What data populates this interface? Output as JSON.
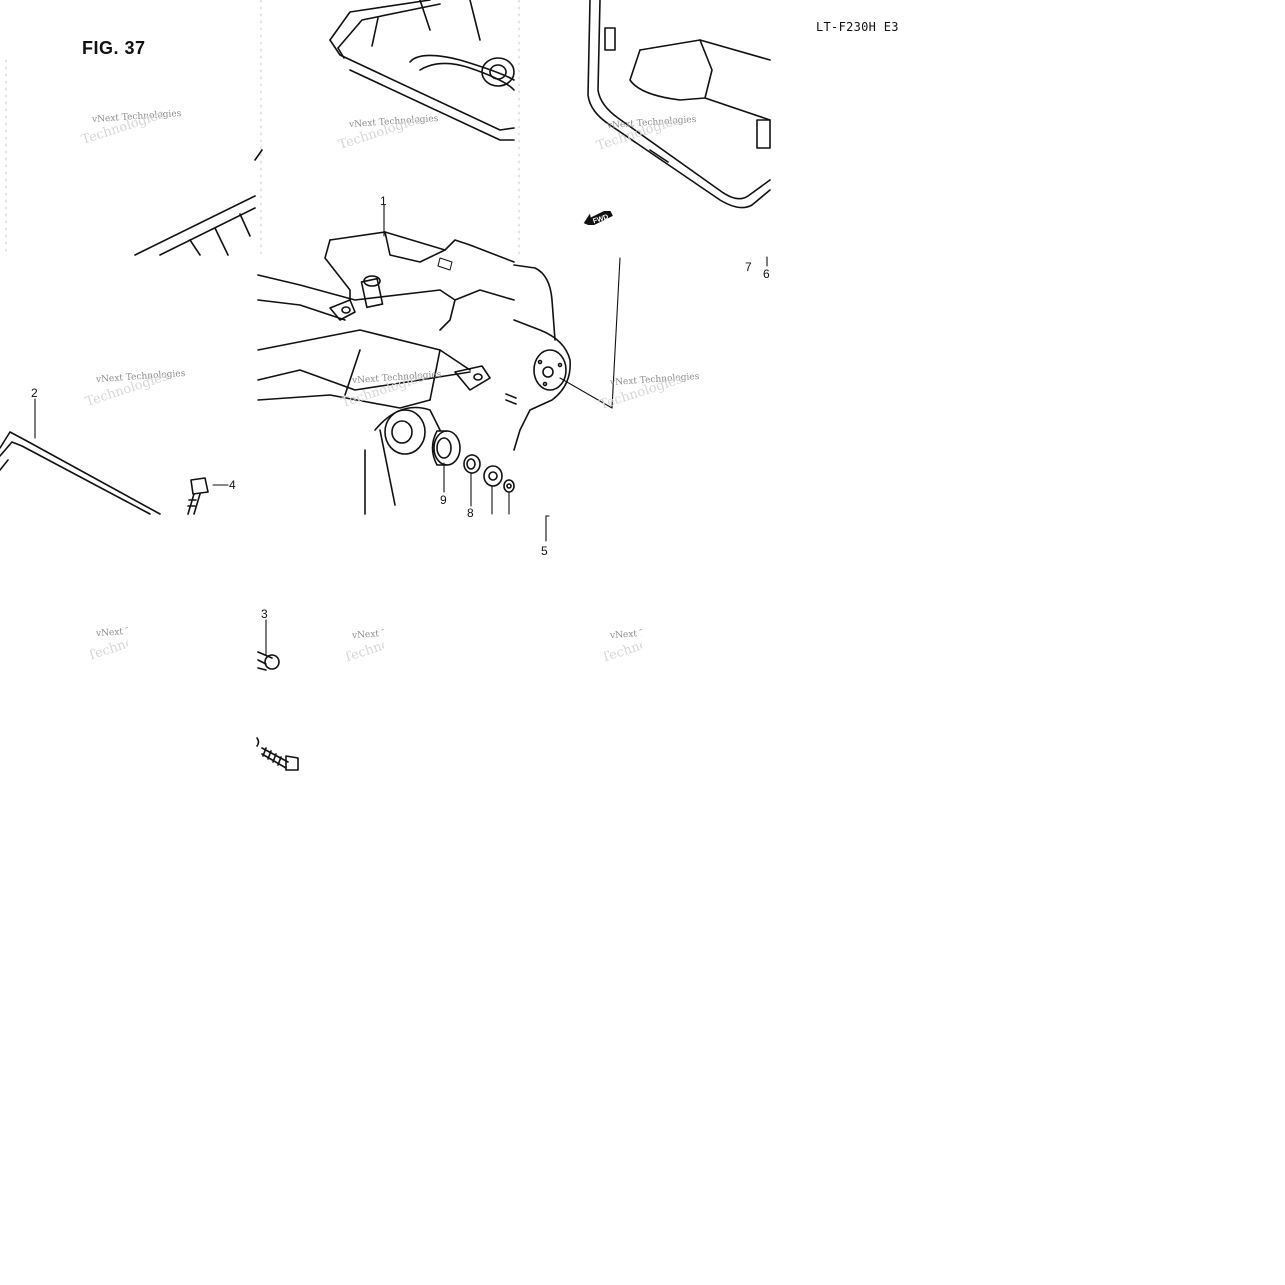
{
  "figure": {
    "title": "FIG. 37",
    "model_code": "LT-F230H E3"
  },
  "callouts": [
    {
      "id": "1",
      "label": "1"
    },
    {
      "id": "2",
      "label": "2"
    },
    {
      "id": "3",
      "label": "3"
    },
    {
      "id": "4",
      "label": "4"
    },
    {
      "id": "5",
      "label": "5"
    },
    {
      "id": "6",
      "label": "6"
    },
    {
      "id": "7",
      "label": "7"
    },
    {
      "id": "8",
      "label": "8"
    },
    {
      "id": "9",
      "label": "9"
    }
  ],
  "fwd_marker": {
    "label": "FWD",
    "icon": "fwd-arrow-icon"
  },
  "watermark": {
    "line1": "vNext Technologies",
    "line2": "Technologies"
  },
  "colors": {
    "ink": "#111111",
    "watermark": "#8a8a8a",
    "background": "#ffffff"
  }
}
